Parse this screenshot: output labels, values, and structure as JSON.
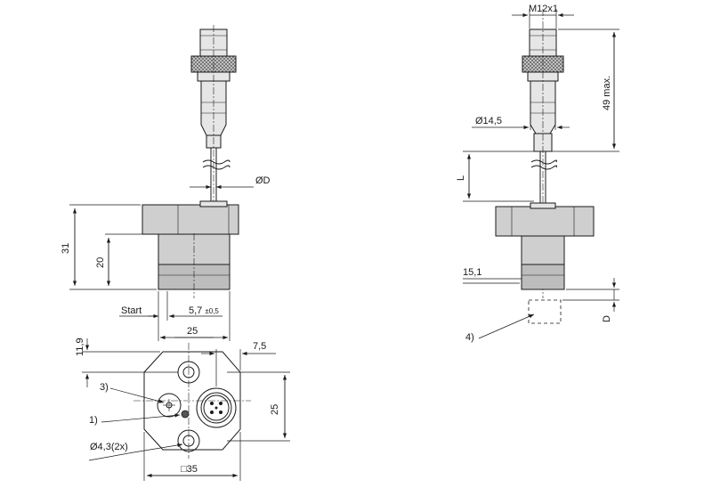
{
  "labels": {
    "dia_d": "ØD",
    "l31": "31",
    "l20": "20",
    "start": "Start",
    "l57": "5,7",
    "l57_tol": "±0,5",
    "l25_top": "25",
    "l119": "11,9",
    "l75": "7,5",
    "ref3": "3)",
    "ref1": "1)",
    "hole": "Ø4,3(2x)",
    "l25_side": "25",
    "sq35": "□35",
    "m12": "M12x1",
    "max49": "49 max.",
    "dia145": "Ø14,5",
    "lL": "L",
    "l151": "15,1",
    "ref4": "4)",
    "lD": "D"
  }
}
